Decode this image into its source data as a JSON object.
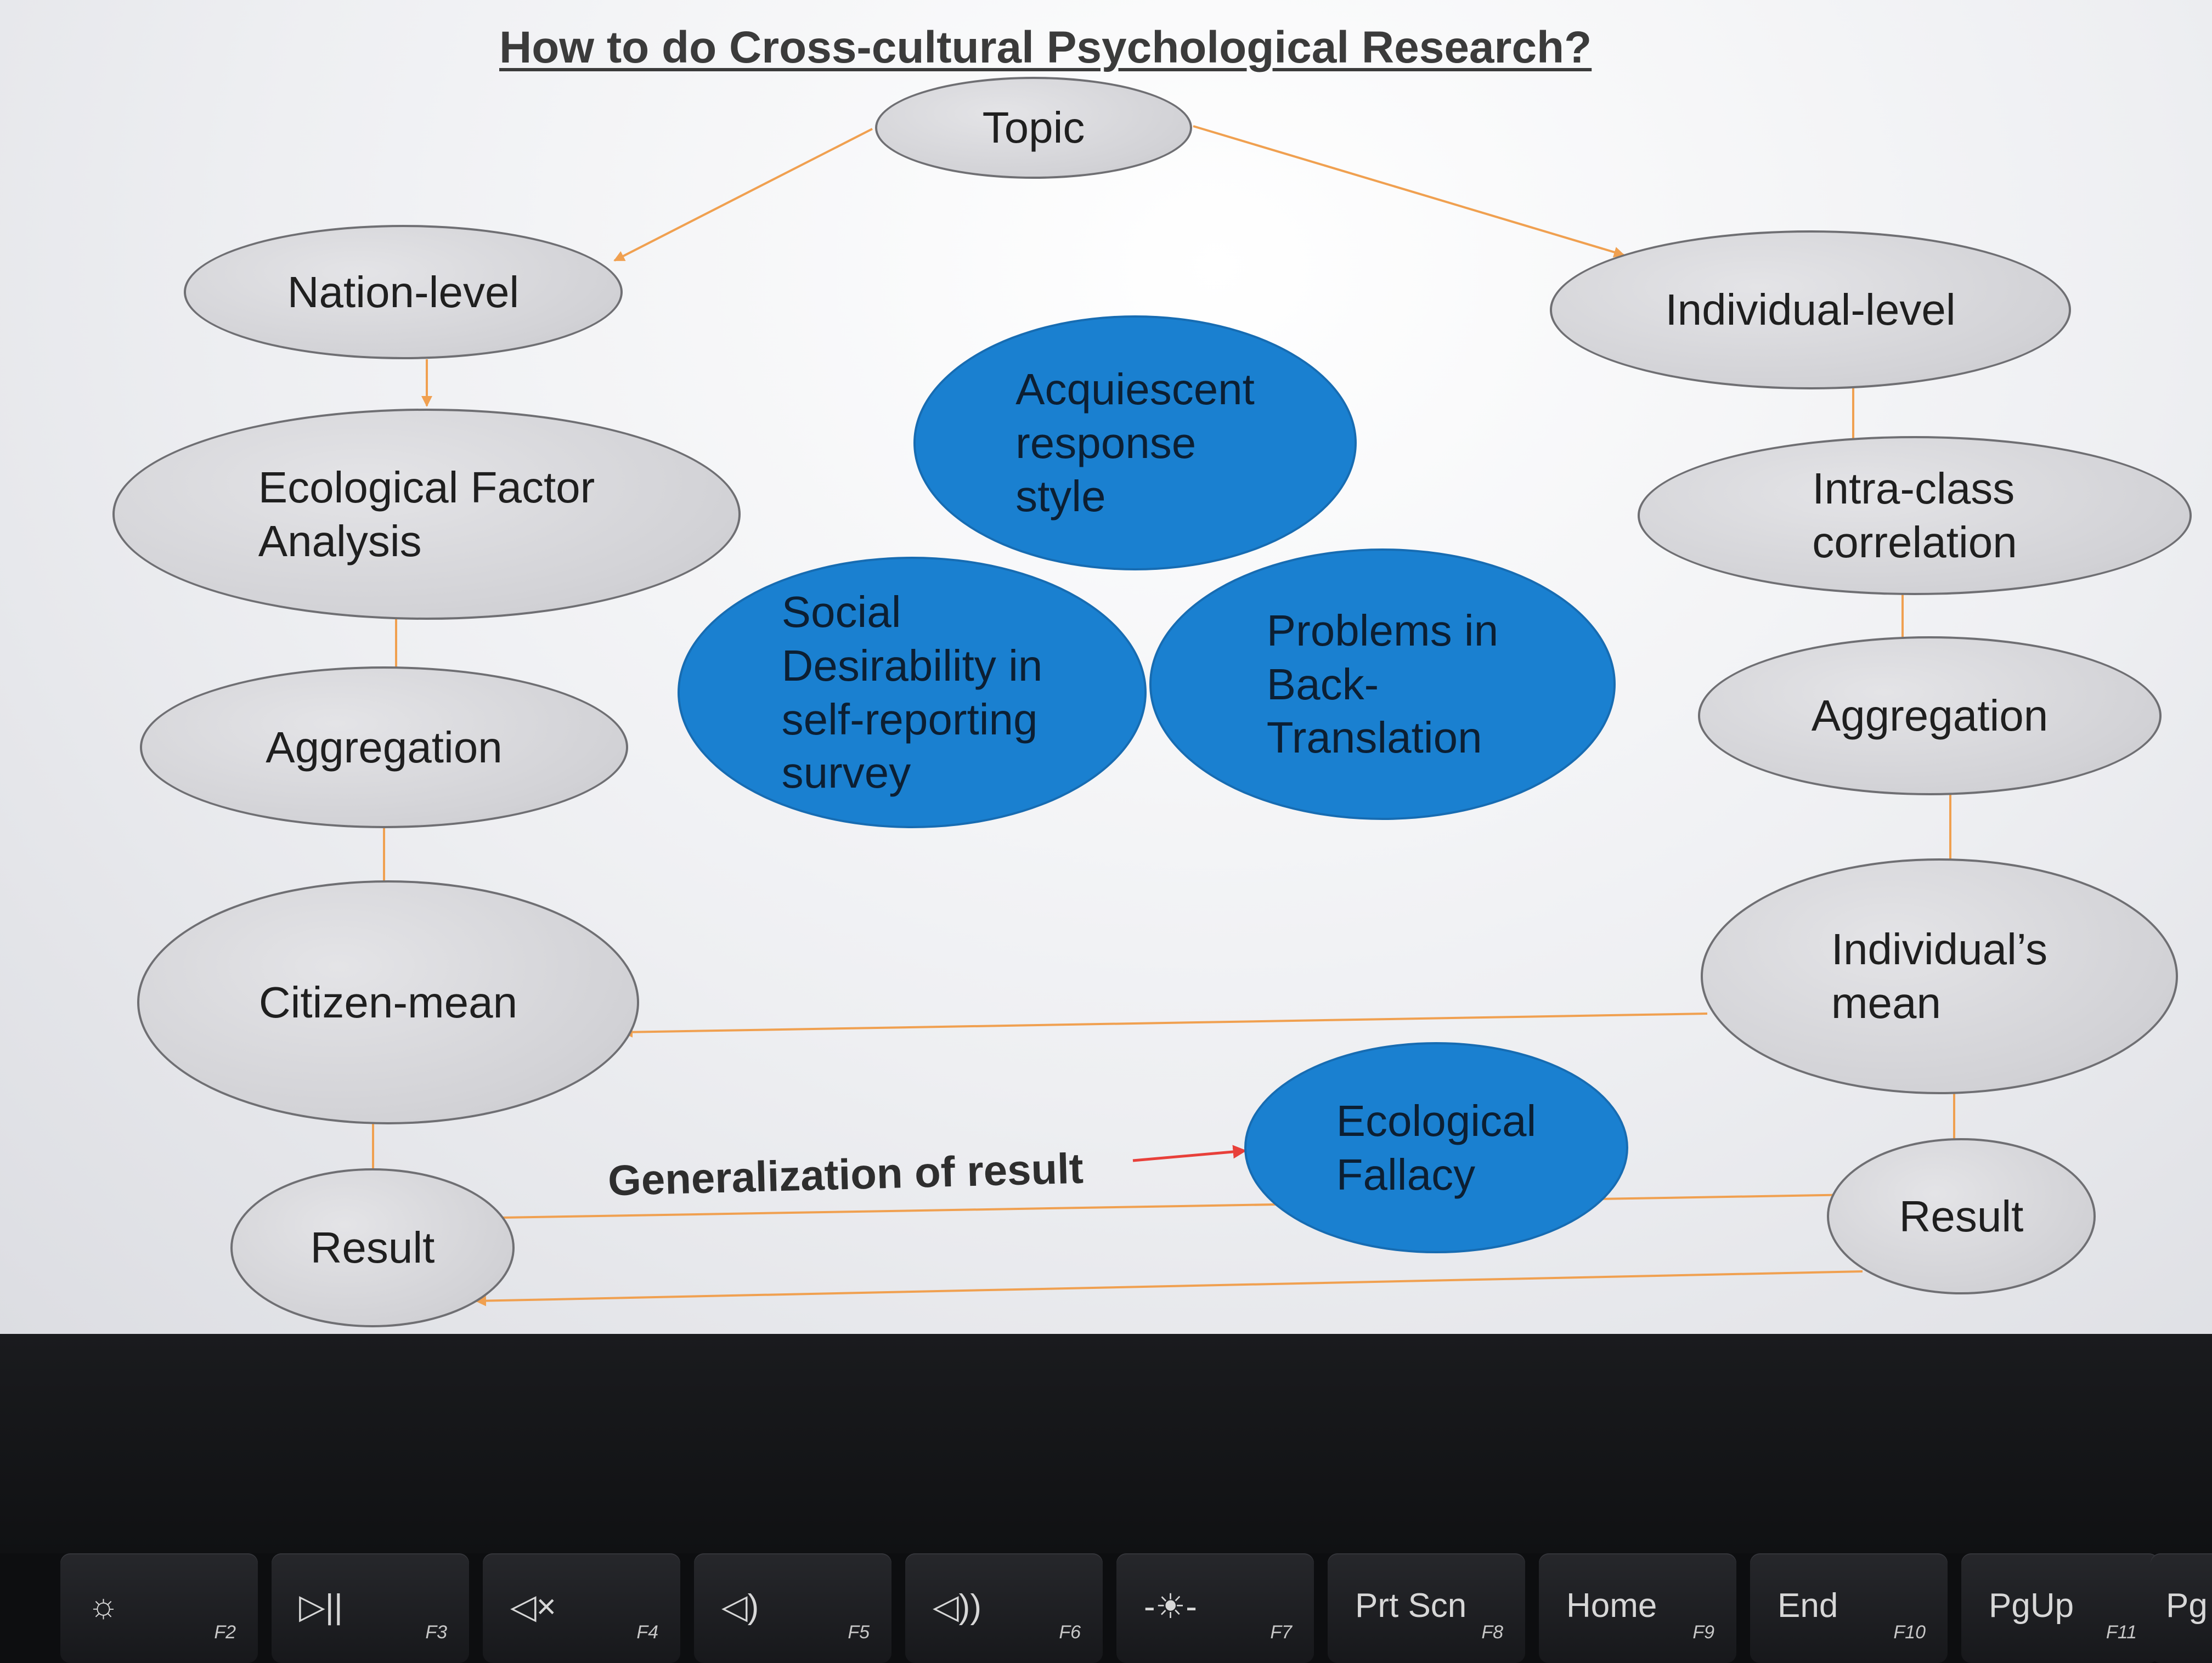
{
  "title": "How to do Cross-cultural Psychological Research?",
  "nodes": {
    "topic": "Topic",
    "nation_level": "Nation-level",
    "individual_level": "Individual-level",
    "ecological_factor_analysis": [
      "Ecological Factor",
      "Analysis"
    ],
    "aggregation_left": "Aggregation",
    "citizen_mean": "Citizen-mean",
    "result_left": "Result",
    "intra_class_correlation": [
      "Intra-class",
      "correlation"
    ],
    "aggregation_right": "Aggregation",
    "individuals_mean": [
      "Individual’s",
      "mean"
    ],
    "result_right": "Result"
  },
  "issues": {
    "acquiescent": [
      "Acquiescent",
      "response",
      "style"
    ],
    "social_desirability": [
      "Social",
      "Desirability in",
      "self-reporting",
      "survey"
    ],
    "back_translation": [
      "Problems in",
      "Back-",
      "Translation"
    ],
    "ecological_fallacy": [
      "Ecological",
      "Fallacy"
    ]
  },
  "generalization_label": "Generalization of result",
  "colors": {
    "arrow": "#f0a050",
    "highlight_arrow": "#e8403a",
    "grey_node": "#d2d2d6",
    "blue_node": "#1a80d0"
  },
  "keyboard": [
    {
      "main": "☼",
      "fn": "F2",
      "icon": "brightness-icon"
    },
    {
      "main": "▷||",
      "fn": "F3",
      "icon": "play-pause-icon"
    },
    {
      "main": "◁×",
      "fn": "F4",
      "icon": "mute-icon"
    },
    {
      "main": "◁)",
      "fn": "F5",
      "icon": "volume-down-icon"
    },
    {
      "main": "◁))",
      "fn": "F6",
      "icon": "volume-up-icon"
    },
    {
      "main": "-☀-",
      "fn": "F7",
      "icon": "backlight-icon"
    },
    {
      "main": "Prt Scn",
      "fn": "F8",
      "icon": ""
    },
    {
      "main": "Home",
      "fn": "F9",
      "icon": ""
    },
    {
      "main": "End",
      "fn": "F10",
      "icon": ""
    },
    {
      "main": "PgUp",
      "fn": "F11",
      "icon": ""
    },
    {
      "main": "Pg",
      "fn": "",
      "icon": ""
    }
  ]
}
